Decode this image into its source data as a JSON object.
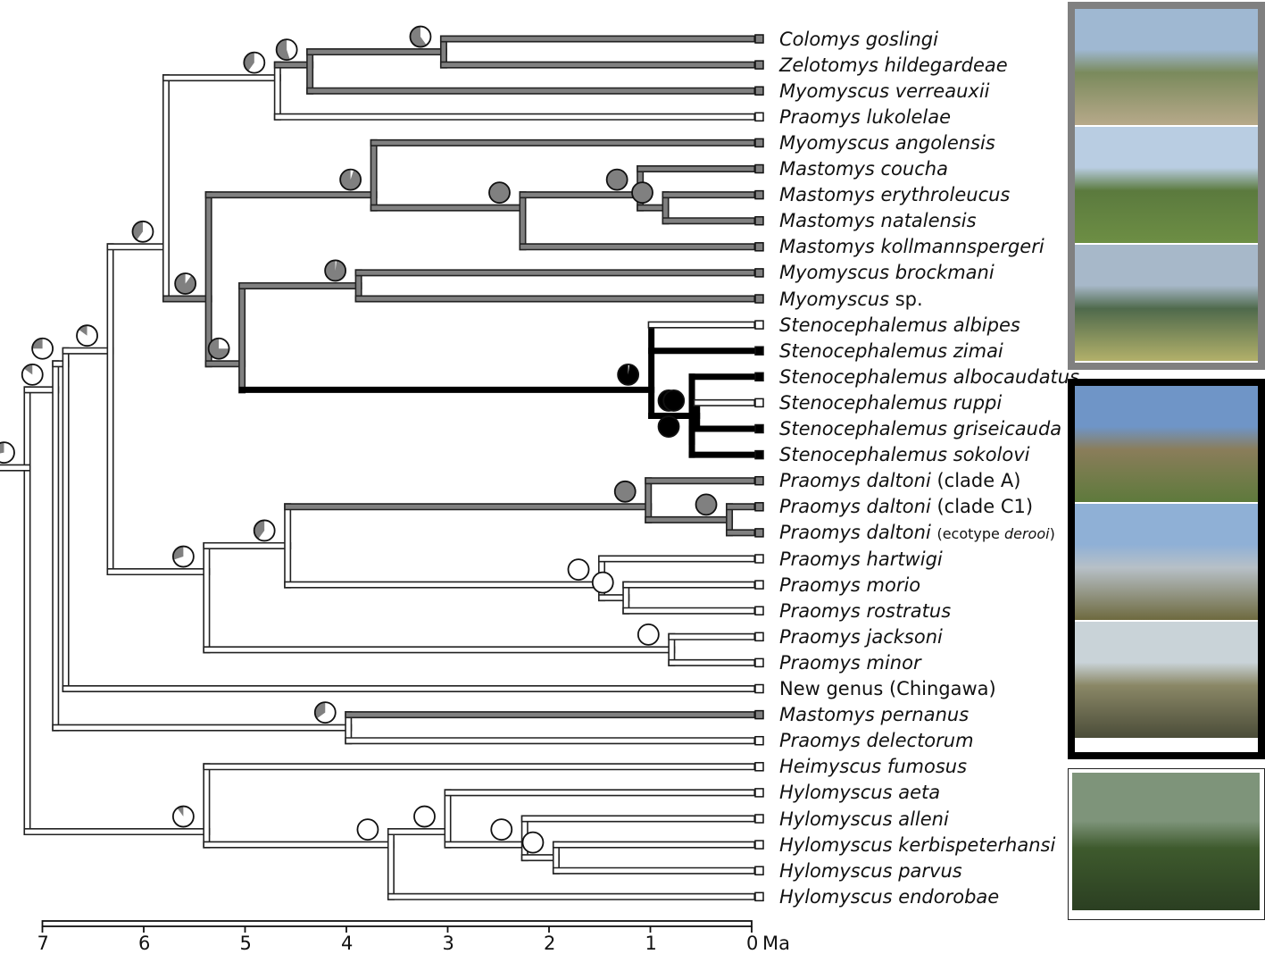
{
  "taxa": [
    {
      "name": "Colomys goslingi",
      "habitat": "gray"
    },
    {
      "name": "Zelotomys hildegardeae",
      "habitat": "gray"
    },
    {
      "name": "Myomyscus verreauxii",
      "habitat": "gray"
    },
    {
      "name": "Praomys lukolelae",
      "habitat": "white"
    },
    {
      "name": "Myomyscus angolensis",
      "habitat": "gray"
    },
    {
      "name": "Mastomys coucha",
      "habitat": "gray"
    },
    {
      "name": "Mastomys erythroleucus",
      "habitat": "gray"
    },
    {
      "name": "Mastomys natalensis",
      "habitat": "gray"
    },
    {
      "name": "Mastomys kollmannspergeri",
      "habitat": "gray"
    },
    {
      "name": "Myomyscus brockmani",
      "habitat": "gray"
    },
    {
      "name": "Myomyscus",
      "suffix": "sp.",
      "habitat": "gray"
    },
    {
      "name": "Stenocephalemus albipes",
      "habitat": "white"
    },
    {
      "name": "Stenocephalemus zimai",
      "habitat": "black"
    },
    {
      "name": "Stenocephalemus albocaudatus",
      "habitat": "black"
    },
    {
      "name": "Stenocephalemus ruppi",
      "habitat": "white"
    },
    {
      "name": "Stenocephalemus griseicauda",
      "habitat": "black"
    },
    {
      "name": "Stenocephalemus sokolovi",
      "habitat": "black"
    },
    {
      "name": "Praomys daltoni",
      "suffix": "(clade A)",
      "habitat": "gray"
    },
    {
      "name": "Praomys daltoni",
      "suffix": "(clade C1)",
      "habitat": "gray"
    },
    {
      "name": "Praomys daltoni",
      "suffix_pre": "(ecotype ",
      "suffix_it": "derooi",
      "suffix_post": ")",
      "habitat": "gray"
    },
    {
      "name": "Praomys hartwigi",
      "habitat": "white"
    },
    {
      "name": "Praomys morio",
      "habitat": "white"
    },
    {
      "name": "Praomys rostratus",
      "habitat": "white"
    },
    {
      "name": "Praomys jacksoni",
      "habitat": "white"
    },
    {
      "name": "Praomys minor",
      "habitat": "white"
    },
    {
      "name": "",
      "plain": "New genus (Chingawa)",
      "habitat": "white"
    },
    {
      "name": "Mastomys pernanus",
      "habitat": "gray"
    },
    {
      "name": "Praomys delectorum",
      "habitat": "white"
    },
    {
      "name": "Heimyscus fumosus",
      "habitat": "white"
    },
    {
      "name": "Hylomyscus aeta",
      "habitat": "white"
    },
    {
      "name": "Hylomyscus alleni",
      "habitat": "white"
    },
    {
      "name": "Hylomyscus kerbispeterhansi",
      "habitat": "white"
    },
    {
      "name": "Hylomyscus parvus",
      "habitat": "white"
    },
    {
      "name": "Hylomyscus endorobae",
      "habitat": "white"
    }
  ],
  "axis": {
    "ticks": [
      "7",
      "6",
      "5",
      "4",
      "3",
      "2",
      "1",
      "0"
    ],
    "unit": "Ma",
    "range": [
      7,
      0
    ]
  },
  "colors": {
    "gray_habitat": "#808080",
    "black_habitat": "#000000",
    "white_habitat": "#ffffff",
    "outline": "#222222"
  },
  "ancestral_states": [
    {
      "age": 7.15,
      "tips": [
        0,
        33
      ],
      "pie": {
        "white": 0.72,
        "gray": 0.28,
        "black": 0
      }
    },
    {
      "age": 6.87,
      "tips": [
        0,
        27
      ],
      "pie": {
        "white": 0.85,
        "gray": 0.15,
        "black": 0
      }
    },
    {
      "age": 6.77,
      "tips": [
        0,
        25
      ],
      "pie": {
        "white": 0.75,
        "gray": 0.25,
        "black": 0
      }
    },
    {
      "age": 6.33,
      "tips": [
        0,
        24
      ],
      "pie": {
        "white": 0.85,
        "gray": 0.15,
        "black": 0
      }
    },
    {
      "age": 5.78,
      "tips": [
        0,
        16
      ],
      "pie": {
        "white": 0.6,
        "gray": 0.4,
        "black": 0
      }
    },
    {
      "age": 4.68,
      "tips": [
        0,
        3
      ],
      "pie": {
        "white": 0.6,
        "gray": 0.4,
        "black": 0
      }
    },
    {
      "age": 4.36,
      "tips": [
        0,
        2
      ],
      "pie": {
        "white": 0.45,
        "gray": 0.55,
        "black": 0
      }
    },
    {
      "age": 3.04,
      "tips": [
        0,
        1
      ],
      "pie": {
        "white": 0.4,
        "gray": 0.6,
        "black": 0
      }
    },
    {
      "age": 5.36,
      "tips": [
        4,
        16
      ],
      "pie": {
        "white": 0.1,
        "gray": 0.9,
        "black": 0
      }
    },
    {
      "age": 3.73,
      "tips": [
        4,
        8
      ],
      "pie": {
        "white": 0.05,
        "gray": 0.95,
        "black": 0
      }
    },
    {
      "age": 2.26,
      "tips": [
        5,
        8
      ],
      "pie": {
        "white": 0,
        "gray": 1,
        "black": 0
      }
    },
    {
      "age": 1.1,
      "tips": [
        5,
        7
      ],
      "pie": {
        "white": 0,
        "gray": 1,
        "black": 0
      }
    },
    {
      "age": 0.85,
      "tips": [
        6,
        7
      ],
      "pie": {
        "white": 0,
        "gray": 1,
        "black": 0
      }
    },
    {
      "age": 5.03,
      "tips": [
        9,
        16
      ],
      "pie": {
        "white": 0.25,
        "gray": 0.75,
        "black": 0
      }
    },
    {
      "age": 3.88,
      "tips": [
        9,
        10
      ],
      "pie": {
        "white": 0.02,
        "gray": 0.98,
        "black": 0
      }
    },
    {
      "age": 0.99,
      "tips": [
        11,
        16
      ],
      "pie": {
        "white": 0.02,
        "gray": 0,
        "black": 0.98
      }
    },
    {
      "age": 0.59,
      "tips": [
        13,
        16
      ],
      "pie": {
        "white": 0,
        "gray": 0,
        "black": 1
      }
    },
    {
      "age": 0.54,
      "tips": [
        14,
        15
      ],
      "pie": {
        "white": 0,
        "gray": 0,
        "black": 1
      }
    },
    {
      "age": 0.59,
      "tips": [
        15,
        16
      ],
      "pie": {
        "white": 0,
        "gray": 0,
        "black": 1
      }
    },
    {
      "age": 5.38,
      "tips": [
        17,
        24
      ],
      "pie": {
        "white": 0.7,
        "gray": 0.3,
        "black": 0
      }
    },
    {
      "age": 4.58,
      "tips": [
        17,
        22
      ],
      "pie": {
        "white": 0.6,
        "gray": 0.4,
        "black": 0
      }
    },
    {
      "age": 1.02,
      "tips": [
        17,
        19
      ],
      "pie": {
        "white": 0,
        "gray": 1,
        "black": 0
      }
    },
    {
      "age": 0.22,
      "tips": [
        18,
        19
      ],
      "pie": {
        "white": 0,
        "gray": 1,
        "black": 0
      }
    },
    {
      "age": 1.48,
      "tips": [
        20,
        22
      ],
      "pie": {
        "white": 1,
        "gray": 0,
        "black": 0
      }
    },
    {
      "age": 1.24,
      "tips": [
        21,
        22
      ],
      "pie": {
        "white": 1,
        "gray": 0,
        "black": 0
      }
    },
    {
      "age": 0.79,
      "tips": [
        23,
        24
      ],
      "pie": {
        "white": 1,
        "gray": 0,
        "black": 0
      }
    },
    {
      "age": 3.98,
      "tips": [
        26,
        27
      ],
      "pie": {
        "white": 0.65,
        "gray": 0.35,
        "black": 0
      }
    },
    {
      "age": 5.38,
      "tips": [
        28,
        33
      ],
      "pie": {
        "white": 0.9,
        "gray": 0.1,
        "black": 0
      }
    },
    {
      "age": 3.56,
      "tips": [
        29,
        33
      ],
      "pie": {
        "white": 1,
        "gray": 0,
        "black": 0
      }
    },
    {
      "age": 3.0,
      "tips": [
        29,
        32
      ],
      "pie": {
        "white": 1,
        "gray": 0,
        "black": 0
      }
    },
    {
      "age": 2.24,
      "tips": [
        30,
        32
      ],
      "pie": {
        "white": 1,
        "gray": 0,
        "black": 0
      }
    },
    {
      "age": 1.93,
      "tips": [
        31,
        32
      ],
      "pie": {
        "white": 1,
        "gray": 0,
        "black": 0
      }
    }
  ],
  "photo_groups": [
    {
      "habitat": "gray",
      "photos": [
        "acacia-savanna-photo",
        "wooded-hills-photo",
        "montane-grassland-photo"
      ]
    },
    {
      "habitat": "black",
      "photos": [
        "afroalpine-slope-photo",
        "heath-moorland-photo",
        "alpine-plateau-photo"
      ]
    },
    {
      "habitat": "white",
      "photos": [
        "montane-forest-photo"
      ]
    }
  ]
}
